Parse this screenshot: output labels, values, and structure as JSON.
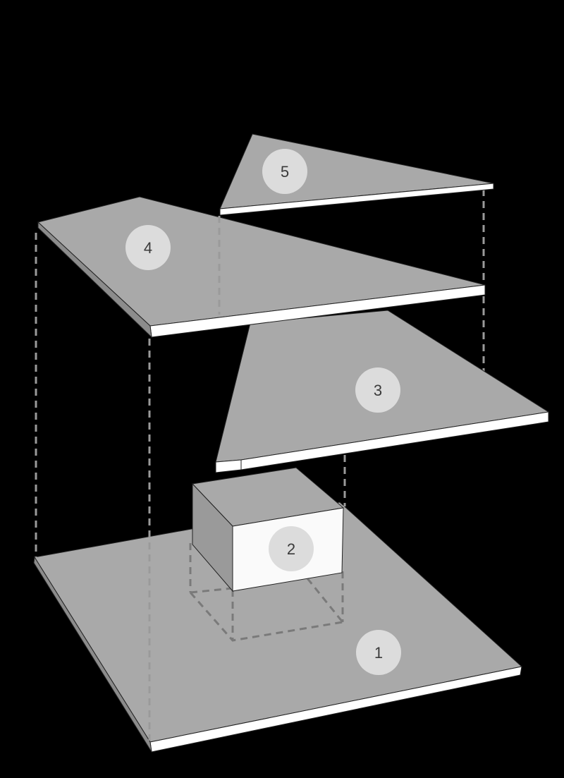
{
  "diagram": {
    "layers": [
      {
        "id": "layer-1",
        "label": "1"
      },
      {
        "id": "layer-2",
        "label": "2"
      },
      {
        "id": "layer-3",
        "label": "3"
      },
      {
        "id": "layer-4",
        "label": "4"
      },
      {
        "id": "layer-5",
        "label": "5"
      }
    ]
  },
  "colors": {
    "background": "#000000",
    "plate_top": "#a9a9a9",
    "plate_edge": "#ffffff",
    "box_side": "#9a9a9a",
    "box_front": "#fafafa",
    "label_circle": "#dcdcdc",
    "guide_line": "#9a9a9a"
  }
}
